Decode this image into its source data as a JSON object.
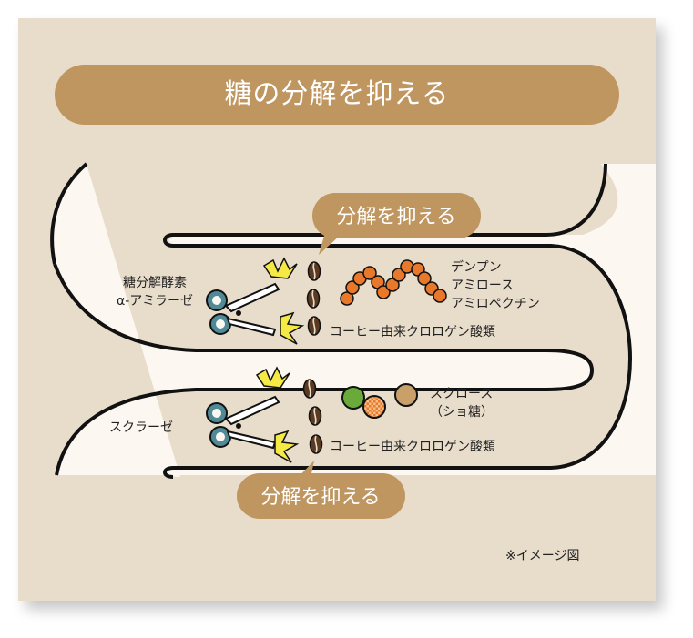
{
  "title": "糖の分解を抑える",
  "callout_top": "分解を抑える",
  "callout_bottom": "分解を抑える",
  "upper_section": {
    "enzyme_line1": "糖分解酵素",
    "enzyme_line2": "α-アミラーゼ",
    "substrate_line1": "デンプン",
    "substrate_line2": "アミロース",
    "substrate_line3": "アミロペクチン",
    "inhibitor": "コーヒー由来クロロゲン酸類"
  },
  "lower_section": {
    "enzyme": "スクラーゼ",
    "substrate_line1": "スクロース",
    "substrate_line2": "（ショ糖）",
    "inhibitor": "コーヒー由来クロロゲン酸類"
  },
  "footnote": "※イメージ図",
  "colors": {
    "background": "#e8dccb",
    "accent": "#bf9560",
    "starch": "#e8782a",
    "glucose": "#6aaa3a",
    "sucrose_brown": "#c9a06a",
    "scissors": "#4f8a96",
    "bean": "#5b3a22",
    "spark": "#f5ea45"
  }
}
